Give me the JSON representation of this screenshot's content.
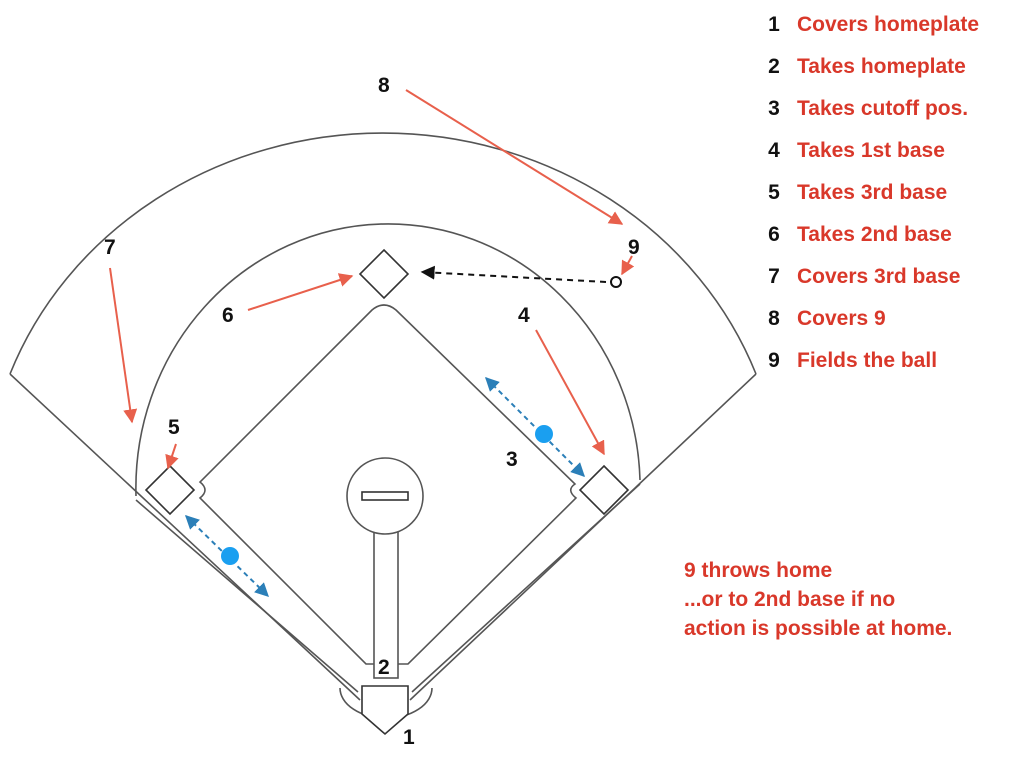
{
  "field": {
    "position_labels": [
      "1",
      "2",
      "3",
      "4",
      "5",
      "6",
      "7",
      "8",
      "9"
    ]
  },
  "legend": {
    "items": [
      {
        "number": "1",
        "text": "Covers homeplate"
      },
      {
        "number": "2",
        "text": "Takes homeplate"
      },
      {
        "number": "3",
        "text": "Takes cutoff pos."
      },
      {
        "number": "4",
        "text": "Takes 1st base"
      },
      {
        "number": "5",
        "text": "Takes 3rd base"
      },
      {
        "number": "6",
        "text": "Takes 2nd base"
      },
      {
        "number": "7",
        "text": "Covers 3rd base"
      },
      {
        "number": "8",
        "text": "Covers 9"
      },
      {
        "number": "9",
        "text": "Fields the ball"
      }
    ]
  },
  "note": {
    "lines": [
      "9 throws home",
      "...or to 2nd base if no",
      "action is possible at home."
    ]
  },
  "colors": {
    "text_accent": "#d9382a",
    "arrow": "#e8604c",
    "relay": "#2b7fb8",
    "relay_dot": "#1a9ff0",
    "field_line": "#555555",
    "throw": "#111111"
  }
}
